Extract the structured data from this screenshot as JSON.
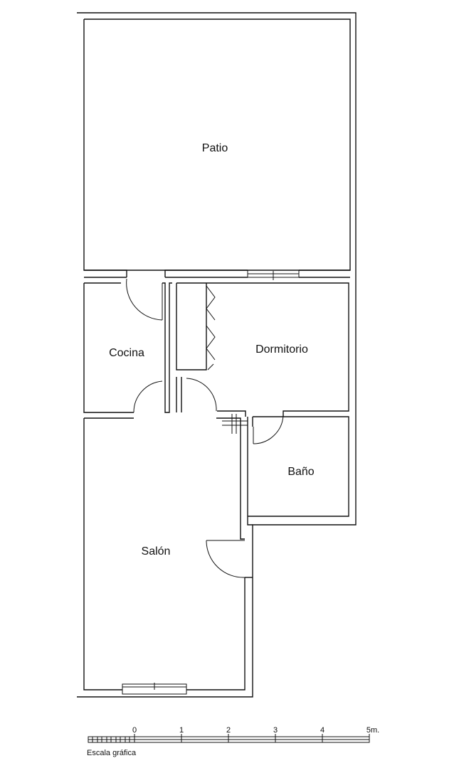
{
  "rooms": {
    "patio": "Patio",
    "cocina": "Cocina",
    "dormitorio": "Dormitorio",
    "bano": "Baño",
    "salon": "Salón"
  },
  "scale": {
    "ticks": [
      "0",
      "1",
      "2",
      "3",
      "4",
      "5m."
    ],
    "caption": "Escala gráfica"
  }
}
